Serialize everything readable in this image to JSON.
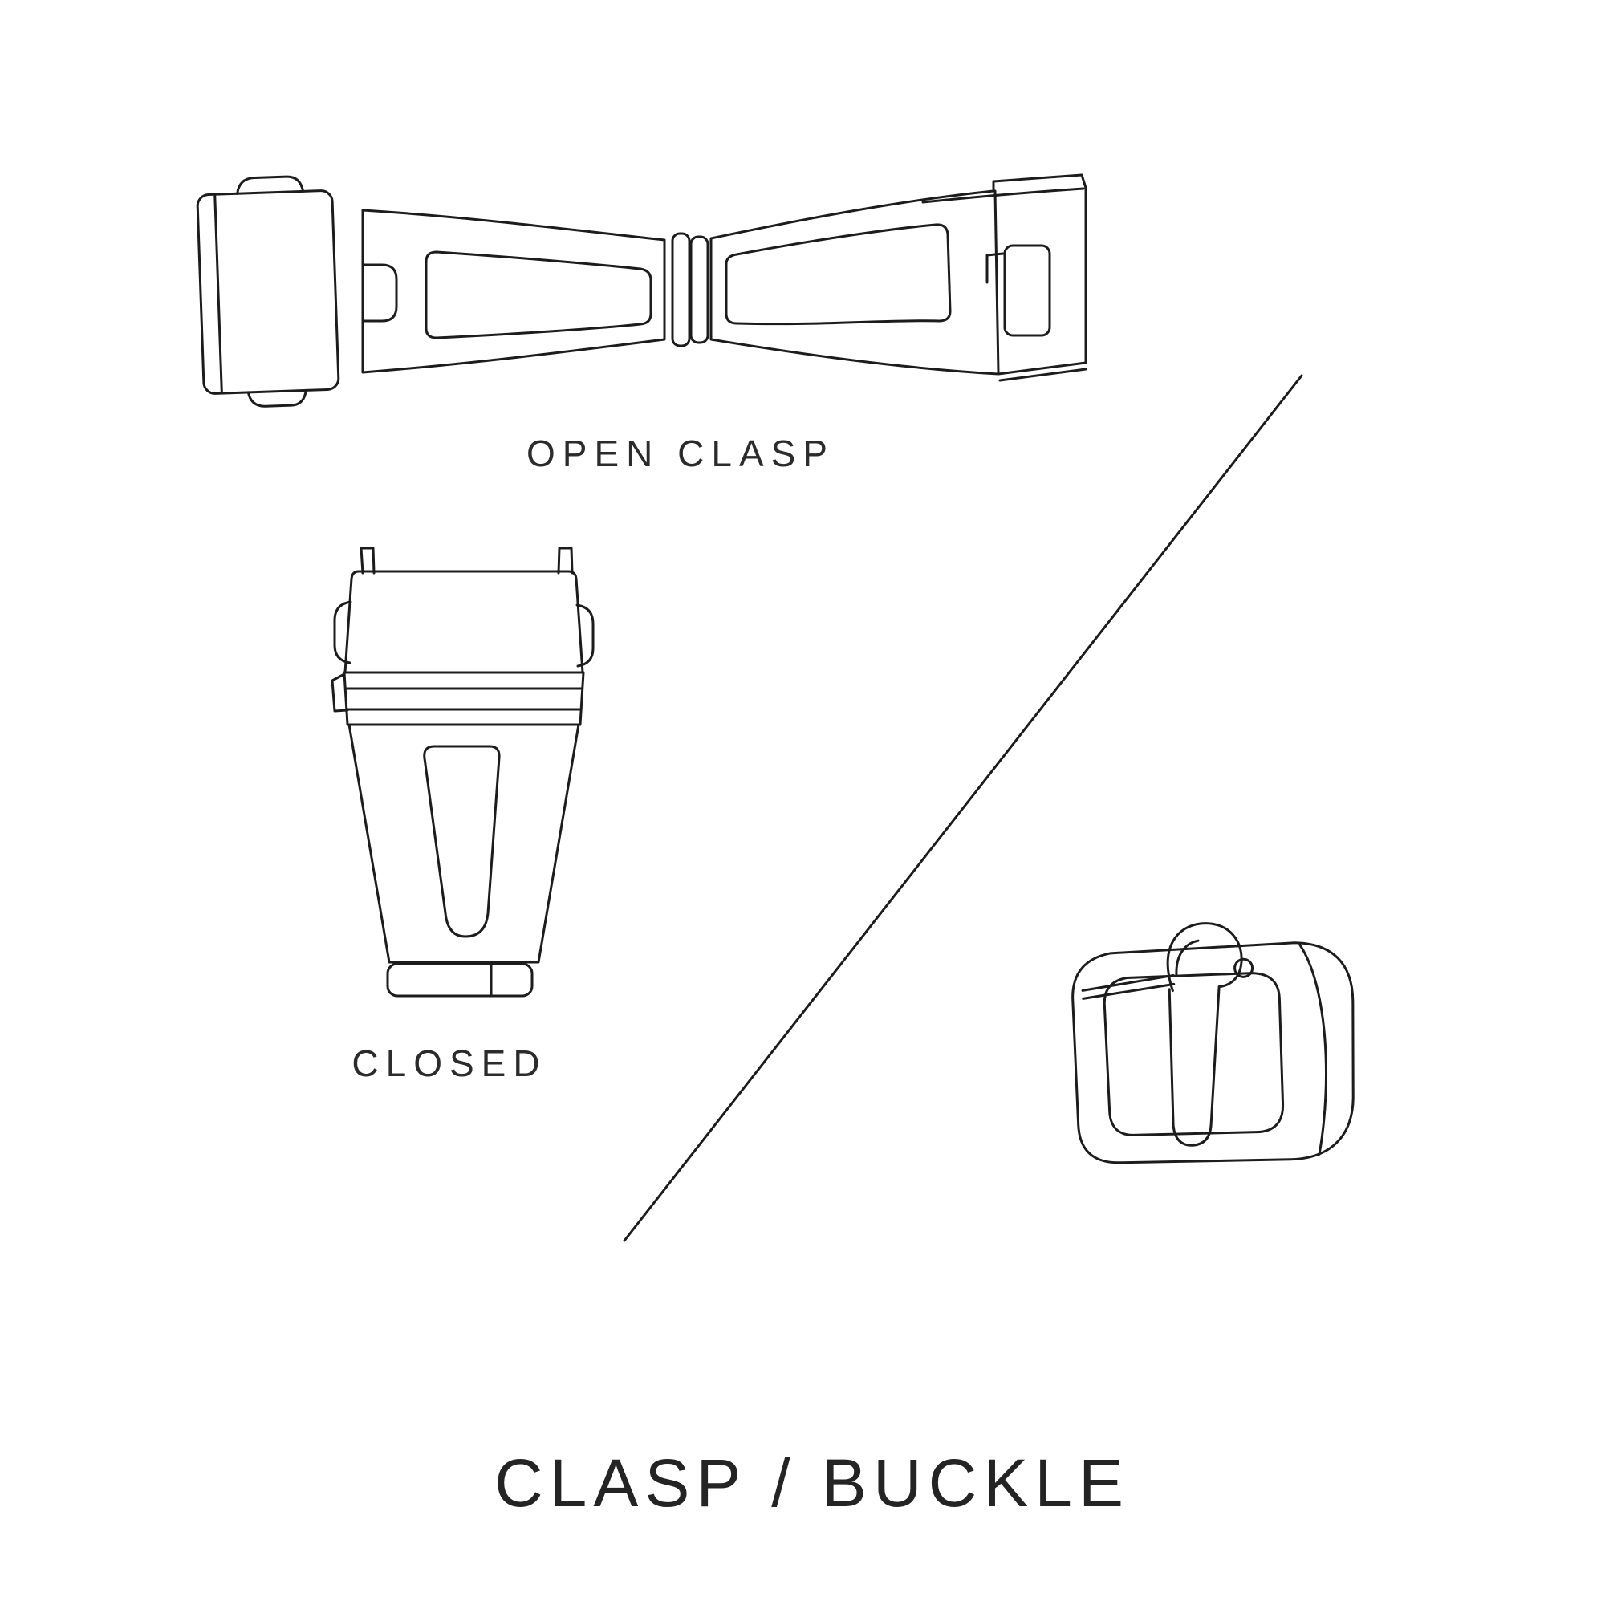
{
  "page": {
    "background_color": "#ffffff",
    "line_color": "#1c1c1c",
    "text_color": "#2b2b2b"
  },
  "diagram": {
    "title": "CLASP / BUCKLE",
    "labels": {
      "open_clasp": "OPEN CLASP",
      "closed": "CLOSED"
    },
    "icons": [
      "open-clasp-illustration",
      "closed-clasp-illustration",
      "buckle-illustration",
      "diagonal-divider-line"
    ]
  }
}
